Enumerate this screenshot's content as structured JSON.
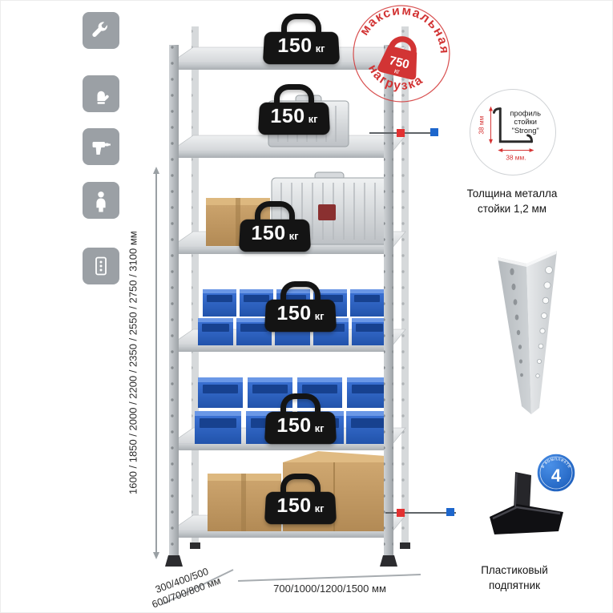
{
  "colors": {
    "stamp_red": "#d23434",
    "accent_blue": "#1d66cc",
    "bin_blue": "#2d63c4",
    "metal_gray": "#c0c4c8",
    "icon_gray": "#9ba0a5"
  },
  "sidebar": {
    "icons": [
      {
        "name": "wrench"
      },
      {
        "name": "glove"
      },
      {
        "name": "drill"
      },
      {
        "name": "person"
      },
      {
        "name": "perforated-profile"
      }
    ]
  },
  "rack": {
    "shelf_count": 6,
    "load_value": "150",
    "load_unit": "кг"
  },
  "stamp": {
    "word_top": "максимальная",
    "word_bottom": "нагрузка",
    "value": "750",
    "unit": "кг"
  },
  "dimensions": {
    "height": "1600 / 1850 / 2000 / 2200 / 2350 / 2550 / 2750 / 3100 мм",
    "depth_line1": "300/400/500",
    "depth_line2": "600/700/800 мм",
    "width": "700/1000/1200/1500 мм"
  },
  "profile_detail": {
    "label_line1": "профиль",
    "label_line2": "стойки",
    "label_line3": "\"Strong\"",
    "dim_vertical": "38 мм",
    "dim_horizontal": "38 мм.",
    "caption_line1": "Толщина металла",
    "caption_line2": "стойки 1,2 мм"
  },
  "foot_detail": {
    "badge_value": "4",
    "badge_arc": "в комплекте",
    "caption_line1": "Пластиковый",
    "caption_line2": "подпятник"
  }
}
